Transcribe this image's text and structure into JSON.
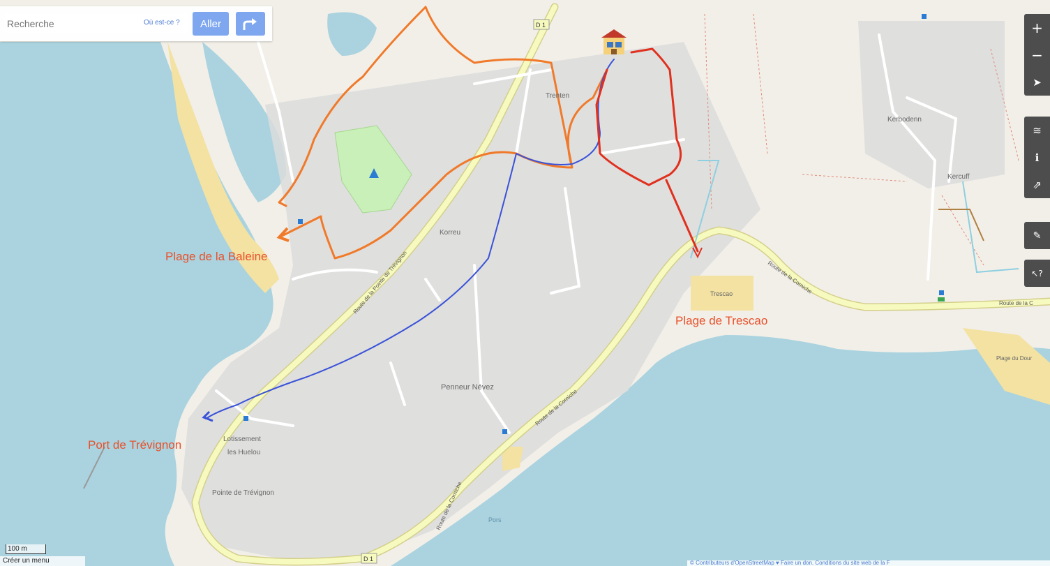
{
  "search": {
    "placeholder": "Recherche",
    "where_link": "Où est-ce ?",
    "go_label": "Aller"
  },
  "controls": {
    "zoom_in": "+",
    "zoom_out": "−",
    "locate": "➤",
    "layers": "≋",
    "legend": "ℹ",
    "share": "⇗",
    "note": "✎",
    "query": "↖?"
  },
  "markers": [
    {
      "label": "Plage de la Baleine",
      "color": "#e8502a"
    },
    {
      "label": "Plage de Trescao",
      "color": "#e8502a"
    },
    {
      "label": "Port de Trévignon",
      "color": "#e8502a"
    }
  ],
  "map_labels": {
    "kerlin": "Trenten",
    "korreu": "Korreu",
    "penneur_nevez": "Penneur Névez",
    "lotissement": "Lotissement",
    "lotissement_2": "les Huelou",
    "pointe": "Pointe de Trévignon",
    "kerbodenn": "Kerbodenn",
    "kercuff": "Kercuff",
    "tresco_beach": "Trescao",
    "plage_du_dour": "Plage du Dour",
    "route_corniche_1": "Route de la Corniche",
    "route_corniche_2": "Route de la Corniche",
    "route_corniche_3": "Route de la Corniche",
    "route_pointe": "Route de la Pointe de Trévignon",
    "d1_top": "D 1",
    "d1_bottom": "D 1",
    "kerouini": "Pors",
    "route_east": "Route de la C"
  },
  "route_colors": {
    "orange": "#f07a2a",
    "blue": "#3a52d8",
    "red": "#e0301e"
  },
  "scale_label": "100 m",
  "share_label": "Créer un menu",
  "attribution": "© Contributeurs d'OpenStreetMap ♥ Faire un don. Conditions du site web de la F"
}
